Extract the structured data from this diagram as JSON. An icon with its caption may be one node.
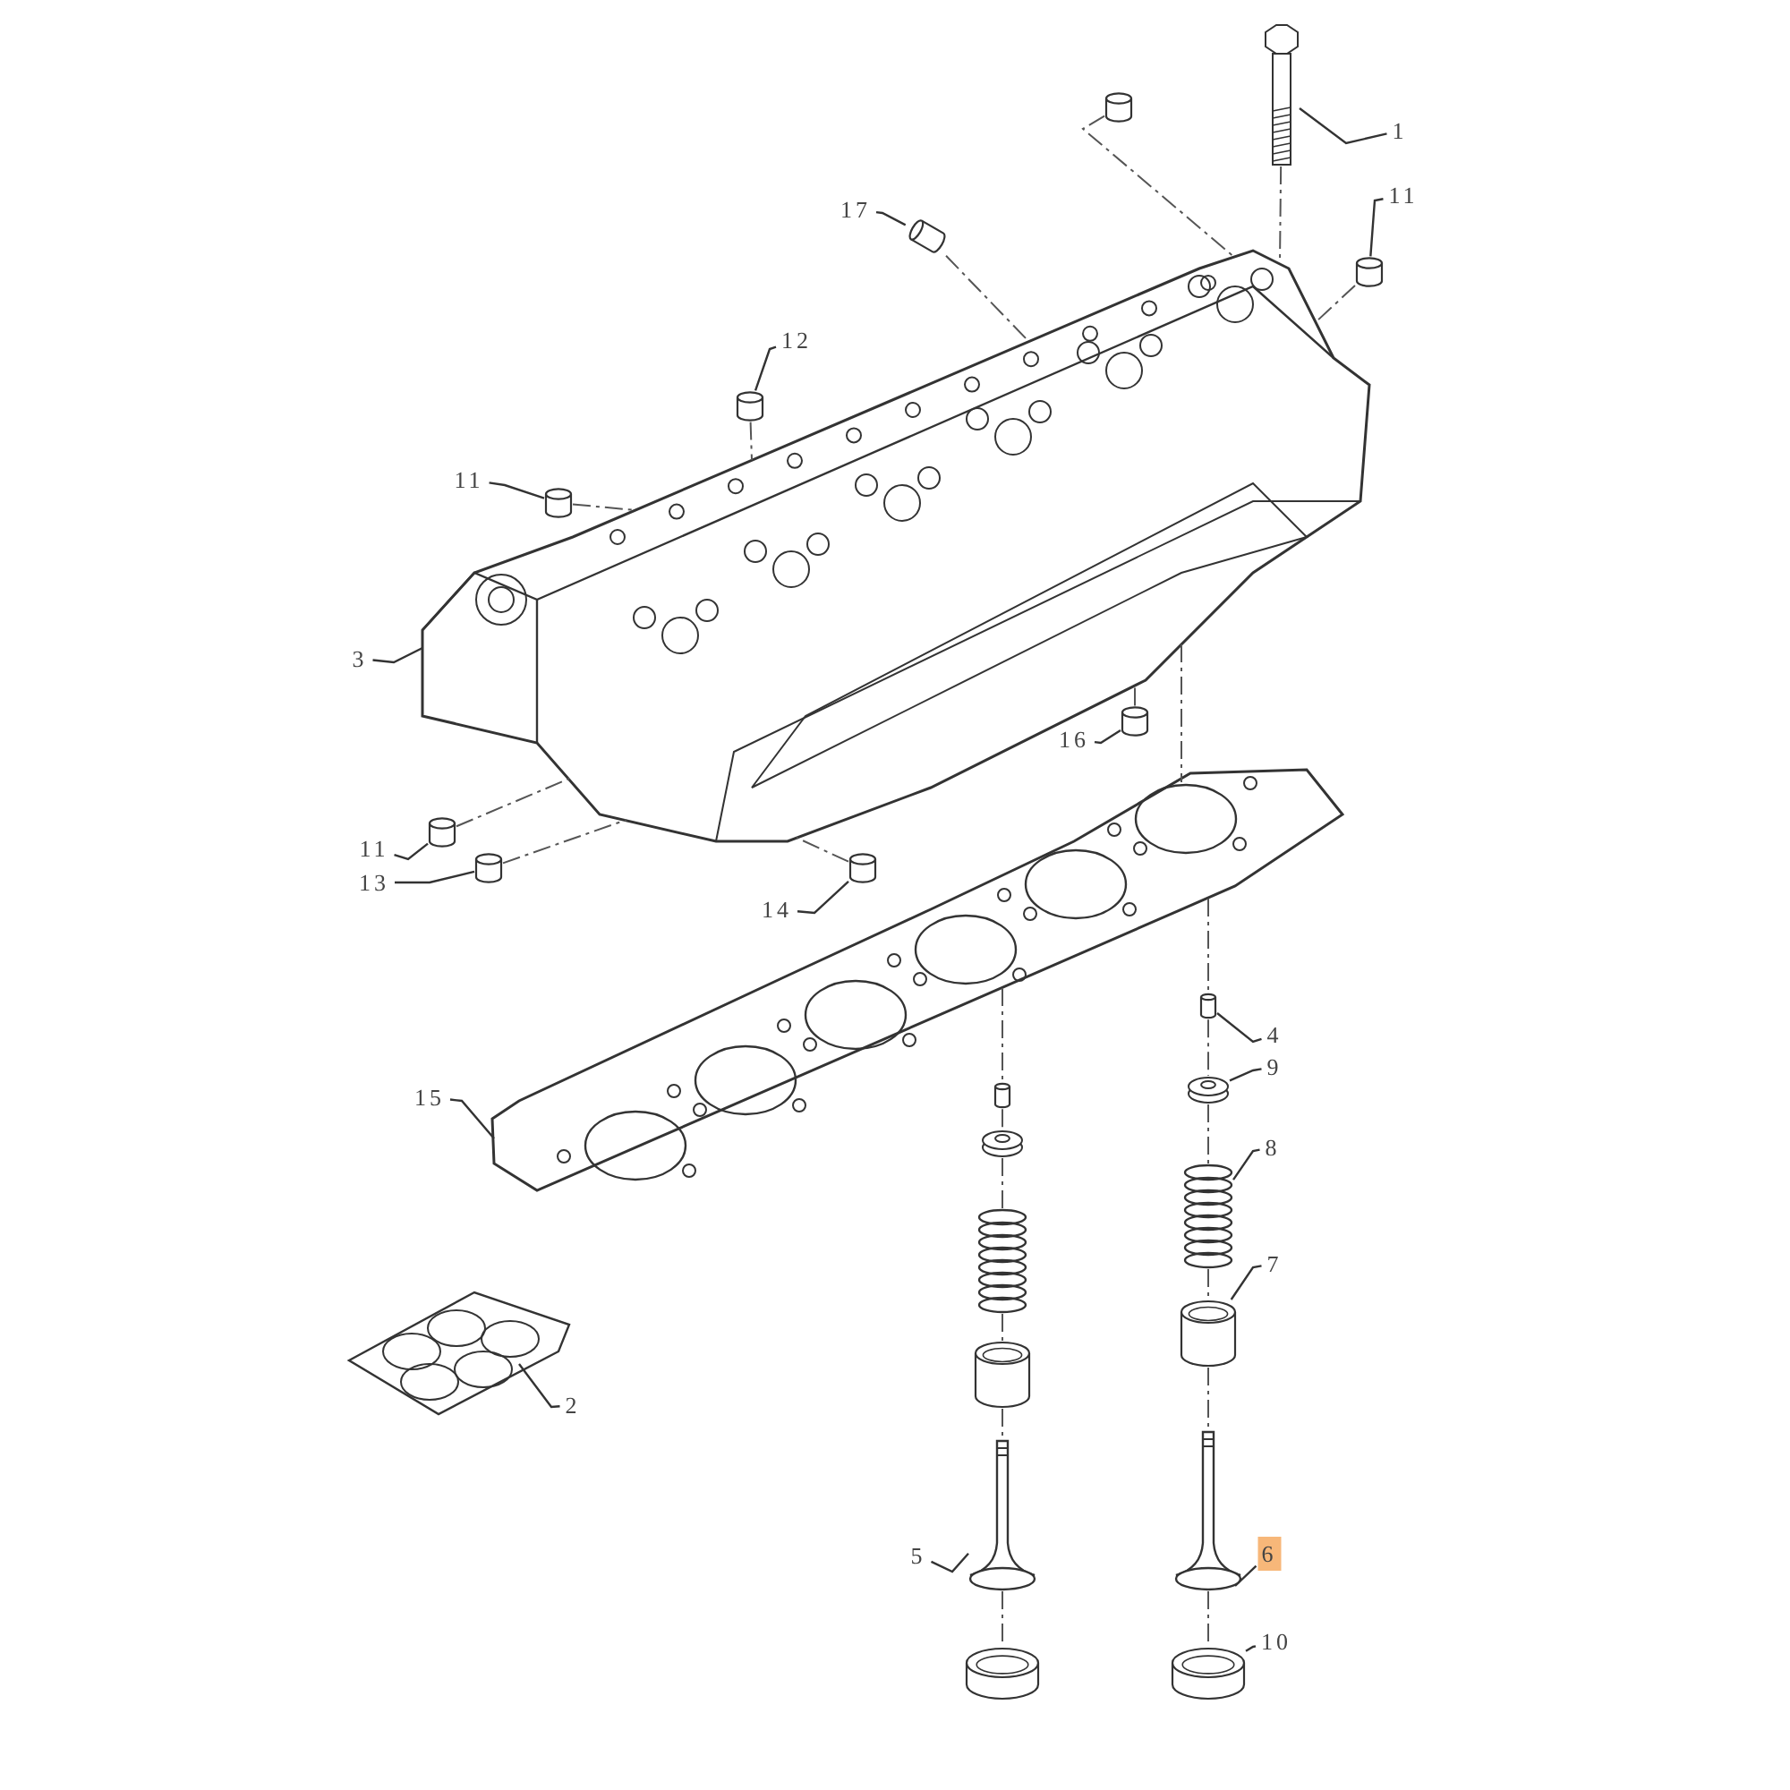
{
  "diagram": {
    "nodes": [
      {
        "text": [
          "1"
        ]
      },
      {
        "text": [
          "11"
        ]
      },
      {
        "text": [
          "17"
        ]
      },
      {
        "text": [
          "12"
        ]
      },
      {
        "text": [
          "11"
        ]
      },
      {
        "text": [
          "3"
        ]
      },
      {
        "text": [
          "16"
        ]
      },
      {
        "text": [
          "11"
        ]
      },
      {
        "text": [
          "13"
        ]
      },
      {
        "text": [
          "14"
        ]
      },
      {
        "text": [
          "4"
        ]
      },
      {
        "text": [
          "9"
        ]
      },
      {
        "text": [
          "15"
        ]
      },
      {
        "text": [
          "8"
        ]
      },
      {
        "text": [
          "7"
        ]
      },
      {
        "text": [
          "2"
        ]
      },
      {
        "text": [
          "5"
        ]
      },
      {
        "text": [
          "6"
        ]
      },
      {
        "text": [
          "10"
        ]
      },
      {
        "text": [],
        "shape": "picture"
      },
      {
        "text": [],
        "shape": "cylinder"
      },
      {
        "text": [],
        "shape": "cylinder"
      },
      {
        "text": [],
        "shape": "cylinder"
      },
      {
        "text": [],
        "shape": "cylinder"
      },
      {
        "text": [],
        "shape": "cylinder"
      },
      {
        "text": [],
        "shape": "picture"
      },
      {
        "text": [],
        "shape": "cylinder"
      },
      {
        "text": [],
        "shape": "cylinder"
      },
      {
        "text": [],
        "shape": "cylinder"
      },
      {
        "text": [],
        "shape": "cylinder"
      },
      {
        "text": [],
        "shape": "picture"
      },
      {
        "text": [],
        "shape": "cylinder"
      },
      {
        "text": [],
        "shape": "circle"
      },
      {
        "text": [],
        "shape": "cylinder"
      },
      {
        "text": [],
        "shape": "circle"
      },
      {
        "text": [],
        "shape": "picture"
      },
      {
        "text": [],
        "shape": "picture"
      },
      {
        "text": [],
        "shape": "cylinder"
      },
      {
        "text": [],
        "shape": "cylinder"
      },
      {
        "text": [],
        "shape": "picture"
      },
      {
        "text": [],
        "shape": "picture"
      },
      {
        "text": [],
        "shape": "picture"
      },
      {
        "text": [],
        "shape": "cylinder"
      },
      {
        "text": [],
        "shape": "cylinder"
      }
    ],
    "edges": [
      {
        "from": 0,
        "to": 19,
        "arrow": "none"
      },
      {
        "from": 1,
        "to": 21,
        "arrow": "none"
      },
      {
        "from": 2,
        "to": 22,
        "arrow": "none"
      },
      {
        "from": 3,
        "to": 23,
        "arrow": "none"
      },
      {
        "from": 4,
        "to": 24,
        "arrow": "none"
      },
      {
        "from": 5,
        "to": 25,
        "arrow": "none"
      },
      {
        "from": 6,
        "to": 26,
        "arrow": "none"
      },
      {
        "from": 7,
        "to": 27,
        "arrow": "none"
      },
      {
        "from": 8,
        "to": 28,
        "arrow": "none"
      },
      {
        "from": 9,
        "to": 29,
        "arrow": "none"
      },
      {
        "from": 10,
        "to": 31,
        "arrow": "none"
      },
      {
        "from": 11,
        "to": 32,
        "arrow": "none"
      },
      {
        "from": 12,
        "to": 30,
        "arrow": "none"
      },
      {
        "from": 13,
        "to": 35,
        "arrow": "none"
      },
      {
        "from": 14,
        "to": 37,
        "arrow": "none"
      },
      {
        "from": 15,
        "to": 39,
        "arrow": "none"
      },
      {
        "from": 16,
        "to": 40,
        "arrow": "none"
      },
      {
        "from": 17,
        "to": 41,
        "arrow": "none"
      },
      {
        "from": 18,
        "to": 43,
        "arrow": "none"
      },
      {
        "from": 19,
        "to": 25,
        "arrow": "none",
        "style": "dashed"
      },
      {
        "from": 20,
        "to": 25,
        "arrow": "none",
        "style": "dashed"
      },
      {
        "from": 22,
        "to": 25,
        "arrow": "none",
        "style": "dashed"
      },
      {
        "from": 21,
        "to": 25,
        "arrow": "none",
        "style": "dashed"
      },
      {
        "from": 23,
        "to": 25,
        "arrow": "none",
        "style": "dashed"
      },
      {
        "from": 24,
        "to": 25,
        "arrow": "none",
        "style": "dashed"
      },
      {
        "from": 26,
        "to": 25,
        "arrow": "none",
        "style": "dashed"
      },
      {
        "from": 27,
        "to": 25,
        "arrow": "none",
        "style": "dashed"
      },
      {
        "from": 28,
        "to": 25,
        "arrow": "none",
        "style": "dashed"
      },
      {
        "from": 29,
        "to": 25,
        "arrow": "none",
        "style": "dashed"
      },
      {
        "from": 25,
        "to": 30,
        "arrow": "none",
        "style": "dashed"
      },
      {
        "from": 30,
        "to": 31,
        "arrow": "none",
        "style": "dashed"
      },
      {
        "from": 31,
        "to": 32,
        "arrow": "none",
        "style": "dashed"
      },
      {
        "from": 32,
        "to": 35,
        "arrow": "none",
        "style": "dashed"
      },
      {
        "from": 35,
        "to": 37,
        "arrow": "none",
        "style": "dashed"
      },
      {
        "from": 37,
        "to": 41,
        "arrow": "none",
        "style": "dashed"
      },
      {
        "from": 41,
        "to": 43,
        "arrow": "none",
        "style": "dashed"
      },
      {
        "from": 30,
        "to": 33,
        "arrow": "none",
        "style": "dashed"
      },
      {
        "from": 33,
        "to": 34,
        "arrow": "none",
        "style": "dashed"
      },
      {
        "from": 34,
        "to": 36,
        "arrow": "none",
        "style": "dashed"
      },
      {
        "from": 36,
        "to": 38,
        "arrow": "none",
        "style": "dashed"
      },
      {
        "from": 38,
        "to": 40,
        "arrow": "none",
        "style": "dashed"
      },
      {
        "from": 40,
        "to": 42,
        "arrow": "none",
        "style": "dashed"
      }
    ]
  }
}
